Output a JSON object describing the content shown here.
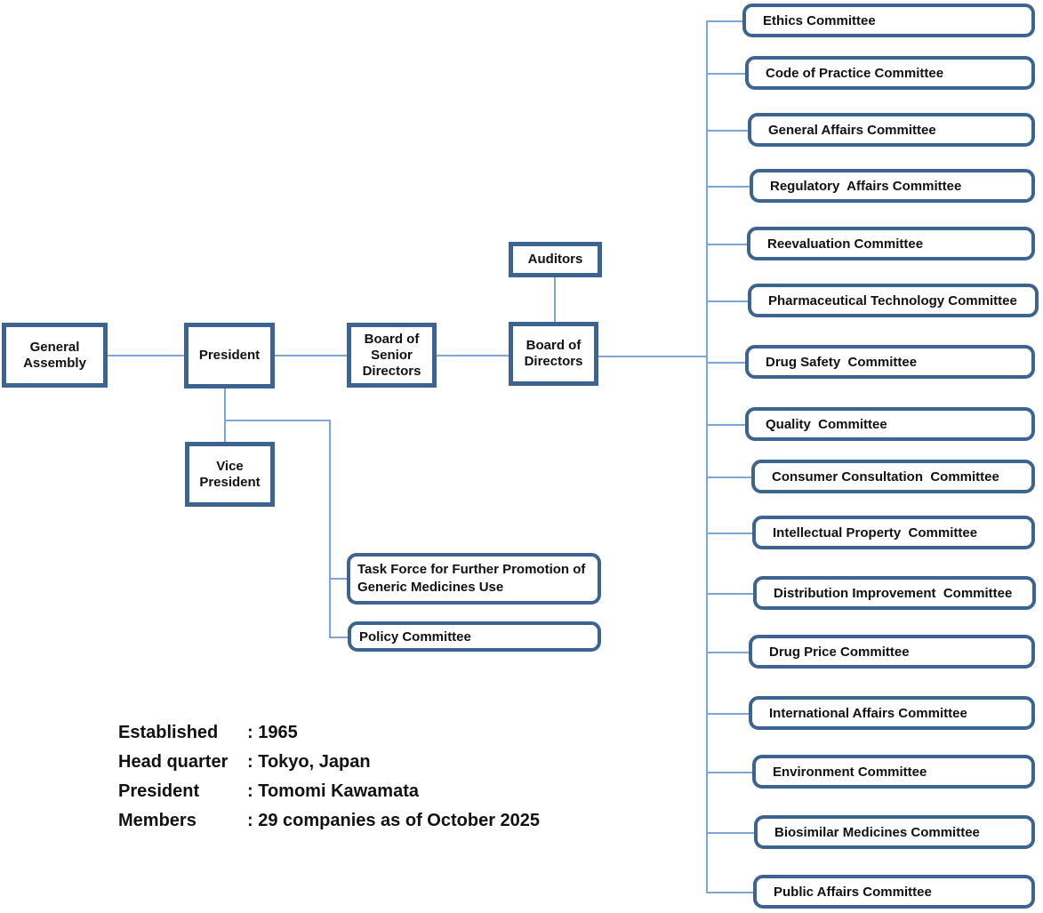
{
  "org": {
    "nodes": {
      "general_assembly": "General\nAssembly",
      "president": "President",
      "board_senior_directors": "Board of\nSenior\nDirectors",
      "auditors": "Auditors",
      "board_directors": "Board of\nDirectors",
      "vice_president": "Vice\nPresident",
      "task_force": "Task Force for Further Promotion of\nGeneric Medicines Use",
      "policy_committee": "Policy Committee"
    },
    "committees": [
      "Ethics Committee",
      "Code of Practice Committee",
      "General Affairs Committee",
      "Regulatory  Affairs Committee",
      "Reevaluation Committee",
      "Pharmaceutical Technology Committee",
      "Drug Safety  Committee",
      "Quality  Committee",
      "Consumer Consultation  Committee",
      "Intellectual Property  Committee",
      "Distribution Improvement  Committee",
      "Drug Price Committee",
      "International Affairs Committee",
      "Environment Committee",
      "Biosimilar Medicines Committee",
      "Public Affairs Committee"
    ]
  },
  "info": {
    "rows": [
      {
        "label": "Established",
        "value": ": 1965"
      },
      {
        "label": "Head quarter",
        "value": ": Tokyo, Japan"
      },
      {
        "label": "President",
        "value": ": Tomomi Kawamata"
      },
      {
        "label": "Members",
        "value": ": 29 companies as of October 2025"
      }
    ]
  },
  "colors": {
    "box_border": "#3d6390",
    "connector_line": "#7ea5d6",
    "text": "#111111"
  }
}
